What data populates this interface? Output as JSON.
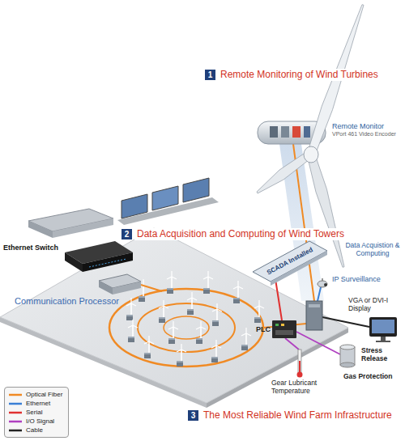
{
  "diagram": {
    "nodes": [
      {
        "text": [
          "1",
          "Remote Monitoring of Wind Turbines"
        ]
      },
      {
        "text": [
          "2",
          "Data Acquisition and Computing of Wind Towers"
        ]
      },
      {
        "text": [
          "3",
          "The Most Reliable Wind Farm Infrastructure"
        ]
      }
    ],
    "labels": [
      "Remote Monitor",
      "VPort 461 Video Encoder",
      "Ethernet Switch",
      "Communication Processor",
      "Data Acquistion & Computing",
      "SCADA Installed",
      "IP Surveillance",
      "VGA or DVI-I Display",
      "PLC",
      "Gear Lubricant Temperature",
      "Stress Release",
      "Gas Protection"
    ],
    "legend": [
      {
        "text": "Optical Fiber"
      },
      {
        "text": "Ethernet"
      },
      {
        "text": "Serial"
      },
      {
        "text": "I/O Signal"
      },
      {
        "text": "Cable"
      }
    ]
  }
}
